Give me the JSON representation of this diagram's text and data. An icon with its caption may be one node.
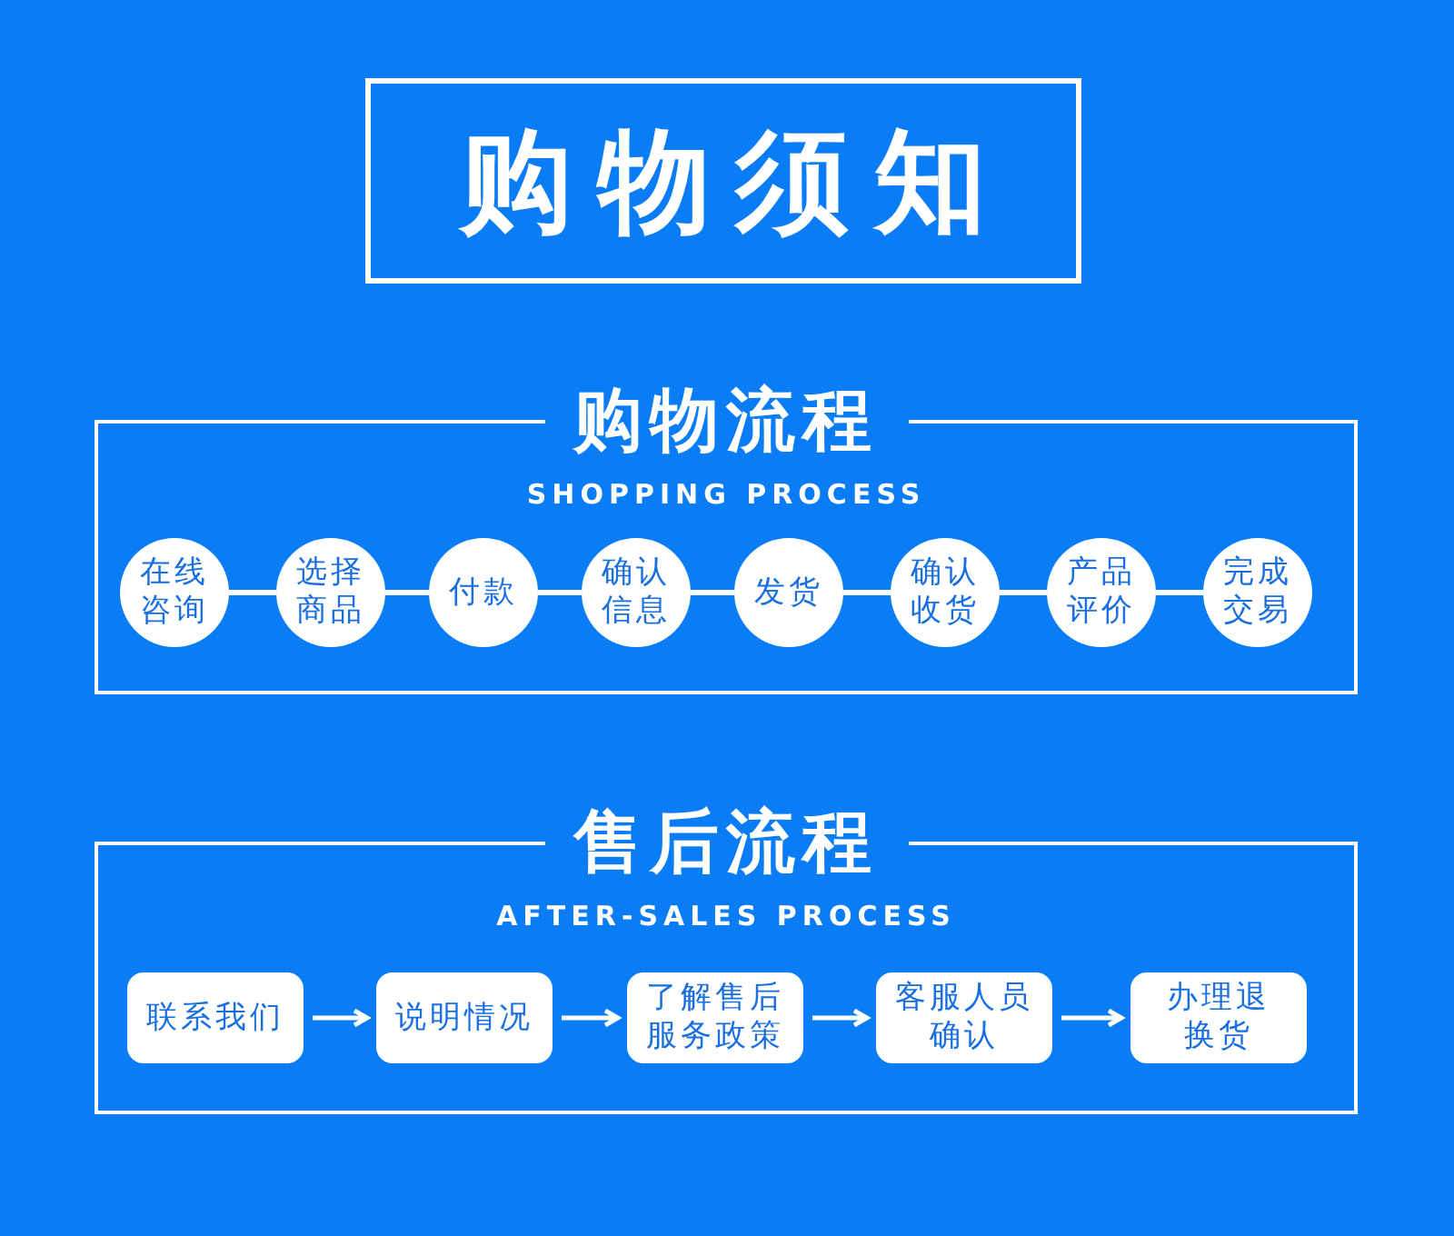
{
  "diagram": {
    "title": "购物须知",
    "nodes": [
      {
        "text": [
          "购物流程",
          "SHOPPING PROCESS"
        ]
      },
      {
        "text": [
          "在线咨询"
        ],
        "in": 0
      },
      {
        "text": [
          "选择商品"
        ],
        "in": 0
      },
      {
        "text": [
          "付款"
        ],
        "in": 0
      },
      {
        "text": [
          "确认信息"
        ],
        "in": 0
      },
      {
        "text": [
          "发货"
        ],
        "in": 0
      },
      {
        "text": [
          "确认收货"
        ],
        "in": 0
      },
      {
        "text": [
          "产品评价"
        ],
        "in": 0
      },
      {
        "text": [
          "完成交易"
        ],
        "in": 0
      },
      {
        "text": [
          "售后流程",
          "AFTER-SALES PROCESS"
        ]
      },
      {
        "text": [
          "联系我们"
        ],
        "in": 9
      },
      {
        "text": [
          "说明情况"
        ],
        "in": 9
      },
      {
        "text": [
          "了解售后服务政策"
        ],
        "in": 9
      },
      {
        "text": [
          "客服人员确认"
        ],
        "in": 9
      },
      {
        "text": [
          "办理退换货"
        ],
        "in": 9
      }
    ],
    "edges": [
      {
        "from": 1,
        "to": 2,
        "arrow": "none"
      },
      {
        "from": 2,
        "to": 3,
        "arrow": "none"
      },
      {
        "from": 3,
        "to": 4,
        "arrow": "none"
      },
      {
        "from": 4,
        "to": 5,
        "arrow": "none"
      },
      {
        "from": 5,
        "to": 6,
        "arrow": "none"
      },
      {
        "from": 6,
        "to": 7,
        "arrow": "none"
      },
      {
        "from": 7,
        "to": 8,
        "arrow": "none"
      },
      {
        "from": 10,
        "to": 11,
        "arrow": "to"
      },
      {
        "from": 11,
        "to": 12,
        "arrow": "to"
      },
      {
        "from": 12,
        "to": 13,
        "arrow": "to"
      },
      {
        "from": 13,
        "to": 14,
        "arrow": "to"
      }
    ]
  }
}
